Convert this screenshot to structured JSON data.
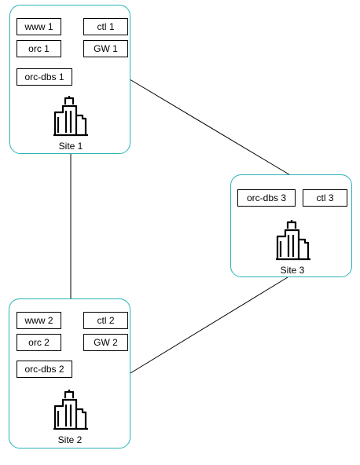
{
  "sites": [
    {
      "label": "Site 1",
      "nodes": [
        "www 1",
        "ctl 1",
        "orc 1",
        "GW 1",
        "orc-dbs 1"
      ],
      "icon": "building-icon"
    },
    {
      "label": "Site 2",
      "nodes": [
        "www 2",
        "ctl 2",
        "orc 2",
        "GW 2",
        "orc-dbs 2"
      ],
      "icon": "building-icon"
    },
    {
      "label": "Site 3",
      "nodes": [
        "orc-dbs 3",
        "ctl 3"
      ],
      "icon": "building-icon"
    }
  ],
  "colors": {
    "site_border": "#2ab3b6",
    "link": "#000000"
  }
}
